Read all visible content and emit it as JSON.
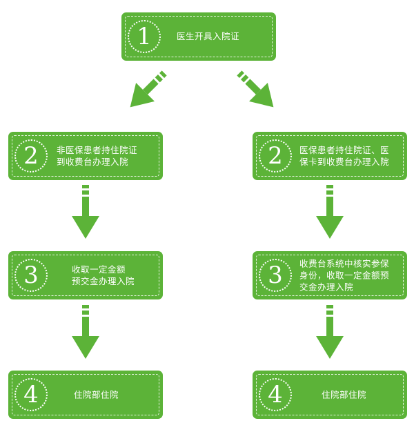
{
  "colors": {
    "box": "#5cb338",
    "arrow": "#5cb338",
    "text": "#ffffff"
  },
  "steps": {
    "top": {
      "number": "1",
      "text": "医生开具入院证"
    },
    "left": [
      {
        "number": "2",
        "lines": [
          "非医保患者持住院证",
          "到收费台办理入院"
        ]
      },
      {
        "number": "3",
        "lines": [
          "收取一定金额",
          "预交金办理入院"
        ]
      },
      {
        "number": "4",
        "lines": [
          "住院部住院"
        ]
      }
    ],
    "right": [
      {
        "number": "2",
        "lines": [
          "医保患者持住院证、医",
          "保卡到收费台办理入院"
        ]
      },
      {
        "number": "3",
        "lines": [
          "收费台系统中核实参保",
          "身份，收取一定金额预",
          "交金办理入院"
        ]
      },
      {
        "number": "4",
        "lines": [
          "住院部住院"
        ]
      }
    ]
  }
}
